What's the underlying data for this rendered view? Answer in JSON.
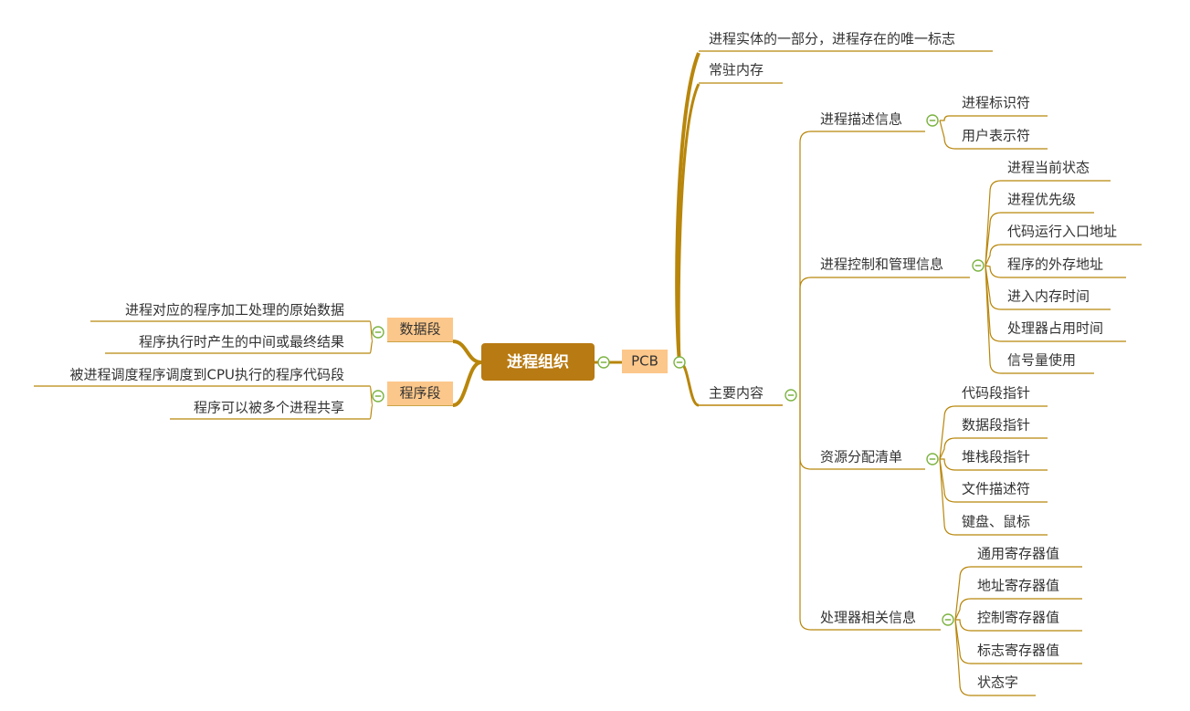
{
  "mindmap": {
    "colors": {
      "line": "#b8860b",
      "root_fill": "#b87a12",
      "root_text": "#ffffff",
      "tag_fill": "#fcc78a",
      "text": "#333333",
      "collapse_icon": "#7cb342"
    },
    "root": {
      "label": "进程组织"
    },
    "left": [
      {
        "label": "数据段",
        "children": [
          {
            "label": "进程对应的程序加工处理的原始数据"
          },
          {
            "label": "程序执行时产生的中间或最终结果"
          }
        ]
      },
      {
        "label": "程序段",
        "children": [
          {
            "label": "被进程调度程序调度到CPU执行的程序代码段"
          },
          {
            "label": "程序可以被多个进程共享"
          }
        ]
      }
    ],
    "right": {
      "label": "PCB",
      "children": [
        {
          "label": "进程实体的一部分，进程存在的唯一标志"
        },
        {
          "label": "常驻内存"
        },
        {
          "label": "主要内容",
          "children": [
            {
              "label": "进程描述信息",
              "children": [
                {
                  "label": "进程标识符"
                },
                {
                  "label": "用户表示符"
                }
              ]
            },
            {
              "label": "进程控制和管理信息",
              "children": [
                {
                  "label": "进程当前状态"
                },
                {
                  "label": "进程优先级"
                },
                {
                  "label": "代码运行入口地址"
                },
                {
                  "label": "程序的外存地址"
                },
                {
                  "label": "进入内存时间"
                },
                {
                  "label": "处理器占用时间"
                },
                {
                  "label": "信号量使用"
                }
              ]
            },
            {
              "label": "资源分配清单",
              "children": [
                {
                  "label": "代码段指针"
                },
                {
                  "label": "数据段指针"
                },
                {
                  "label": "堆栈段指针"
                },
                {
                  "label": "文件描述符"
                },
                {
                  "label": "键盘、鼠标"
                }
              ]
            },
            {
              "label": "处理器相关信息",
              "children": [
                {
                  "label": "通用寄存器值"
                },
                {
                  "label": "地址寄存器值"
                },
                {
                  "label": "控制寄存器值"
                },
                {
                  "label": "标志寄存器值"
                },
                {
                  "label": "状态字"
                }
              ]
            }
          ]
        }
      ]
    }
  }
}
